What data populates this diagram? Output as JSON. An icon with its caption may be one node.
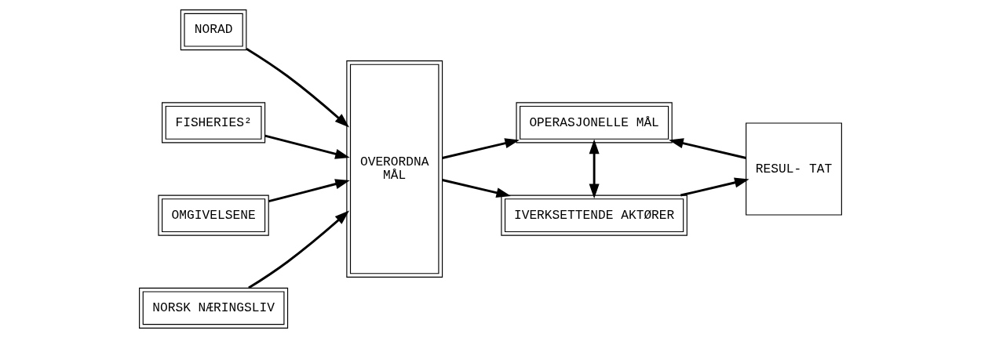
{
  "diagram": {
    "nodes": [
      {
        "text": [
          "NORAD"
        ]
      },
      {
        "text": [
          "FISHERIES²"
        ]
      },
      {
        "text": [
          "OMGIVELSENE"
        ]
      },
      {
        "text": [
          "NORSK NÆRINGSLIV"
        ]
      },
      {
        "text": [
          "OVERORDNA",
          "MÅL"
        ]
      },
      {
        "text": [
          "OPERASJONELLE MÅL"
        ]
      },
      {
        "text": [
          "IVERKSETTENDE AKTØRER"
        ]
      },
      {
        "text": [
          "RESUL- TAT"
        ]
      }
    ],
    "edges": [
      {
        "from": 0,
        "to": 4,
        "arrow": "to"
      },
      {
        "from": 1,
        "to": 4,
        "arrow": "to"
      },
      {
        "from": 2,
        "to": 4,
        "arrow": "to"
      },
      {
        "from": 3,
        "to": 4,
        "arrow": "to"
      },
      {
        "from": 4,
        "to": 5,
        "arrow": "to"
      },
      {
        "from": 4,
        "to": 6,
        "arrow": "to"
      },
      {
        "from": 5,
        "to": 6,
        "arrow": "both"
      },
      {
        "from": 6,
        "to": 7,
        "arrow": "to"
      },
      {
        "from": 7,
        "to": 5,
        "arrow": "to"
      }
    ]
  }
}
